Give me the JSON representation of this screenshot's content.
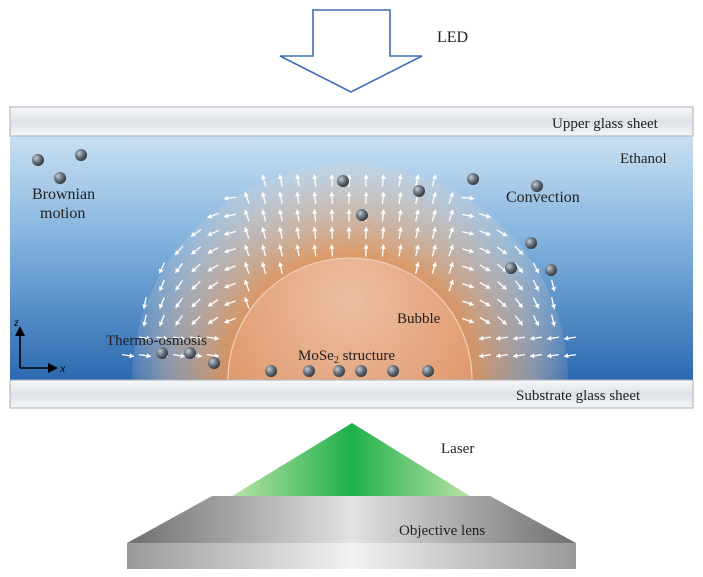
{
  "labels": {
    "led": "LED",
    "upper_glass": "Upper glass sheet",
    "ethanol": "Ethanol",
    "brownian": [
      "Brownian",
      "motion"
    ],
    "convection": "Convection",
    "bubble": "Bubble",
    "thermo_osmosis": "Thermo-osmosis",
    "mose2_prefix": "MoSe",
    "mose2_sub": "2",
    "mose2_suffix": " structure",
    "substrate": "Substrate glass sheet",
    "laser": "Laser",
    "objective": "Objective lens",
    "axis_z": "z",
    "axis_x": "x"
  },
  "colors": {
    "ethanol_top": "#cfe3f3",
    "ethanol_bottom": "#2f6fb6",
    "glass": "#e9edf1",
    "heat": "#e07a2e",
    "bubble": "#e3a27c",
    "laser": "#1fb04a",
    "lens": "#8d8d8d",
    "particle": "#4d5560",
    "arrow": "#ffffff"
  }
}
